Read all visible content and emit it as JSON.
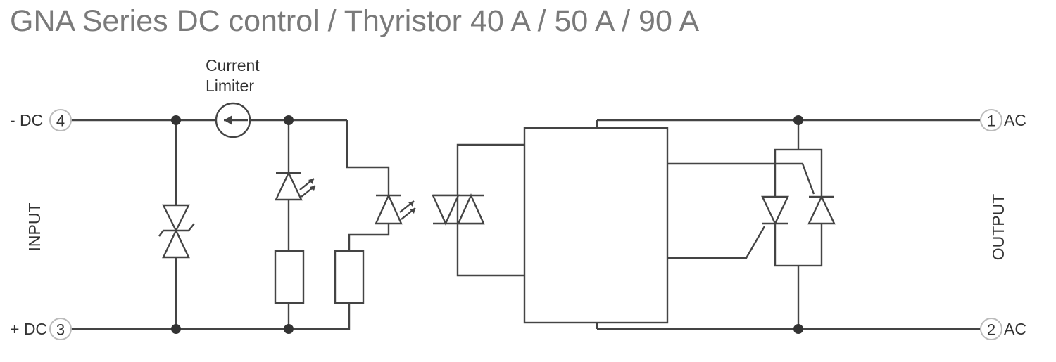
{
  "title": "GNA Series DC control / Thyristor 40 A / 50 A / 90 A",
  "labels": {
    "current_limiter_line1": "Current",
    "current_limiter_line2": "Limiter",
    "neg_dc": "- DC",
    "pos_dc": "+ DC",
    "ac_top": "AC",
    "ac_bottom": "AC",
    "input": "INPUT",
    "output": "OUTPUT"
  },
  "terminals": {
    "neg_dc": "4",
    "pos_dc": "3",
    "ac_top": "1",
    "ac_bottom": "2"
  },
  "colors": {
    "title": "#7a7a7a",
    "wire": "#444444",
    "terminal_ring": "#bbbbbb"
  }
}
